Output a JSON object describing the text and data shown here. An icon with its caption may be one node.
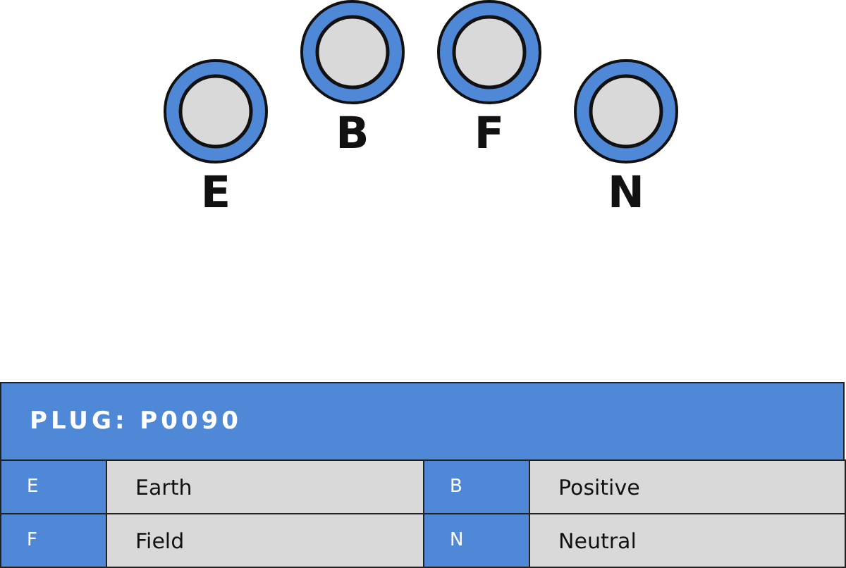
{
  "diagram": {
    "title": "PLUG: P0090",
    "nodes": [
      {
        "text": [],
        "shape": "circle",
        "beside": [
          "E"
        ]
      },
      {
        "text": [],
        "shape": "circle",
        "beside": [
          "B"
        ]
      },
      {
        "text": [],
        "shape": "circle",
        "beside": [
          "F"
        ]
      },
      {
        "text": [],
        "shape": "circle",
        "beside": [
          "N"
        ]
      }
    ],
    "labels": [
      "E",
      "Earth",
      "B",
      "Positive",
      "F",
      "Field",
      "N",
      "Neutral"
    ]
  }
}
